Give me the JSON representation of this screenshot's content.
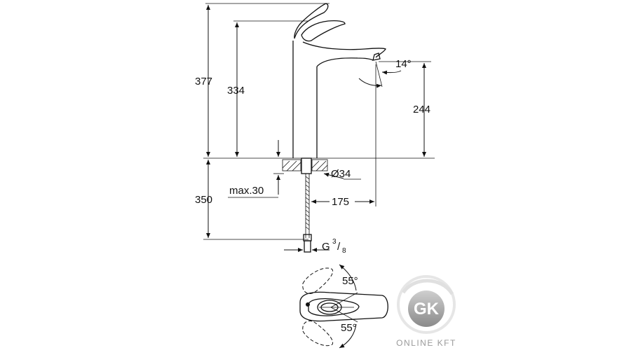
{
  "dimensions": {
    "total_height": "377",
    "spout_height": "334",
    "outlet_height": "244",
    "connection_length": "350",
    "deck_thickness": "max.30",
    "hole_diameter": "Ø34",
    "spout_reach": "175",
    "spout_angle": "14°",
    "thread": "G",
    "thread_num": "3",
    "thread_den": "8",
    "lever_angle_top": "55°",
    "lever_angle_bottom": "55°"
  },
  "logo": {
    "letters": "GK",
    "caption": "ONLINE KFT"
  }
}
